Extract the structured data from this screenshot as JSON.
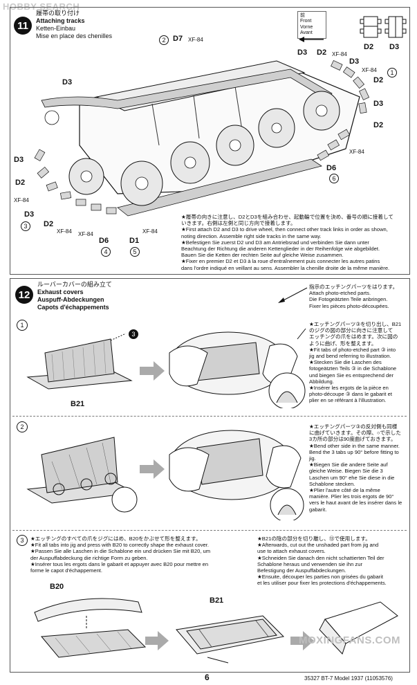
{
  "watermark_top": "HOBBY SEARCH",
  "watermark_bottom": "MOXINGFANS.COM",
  "step11": {
    "number": "11",
    "title_jp": "履帯の取り付け",
    "title_en": "Attaching tracks",
    "title_de": "Ketten-Einbau",
    "title_fr": "Mise en place des chenilles",
    "front_labels": [
      "前",
      "Front",
      "Vorne",
      "Avant"
    ],
    "ref_d2": "D2",
    "ref_d3": "D3",
    "labels": {
      "d7": "D7",
      "xf84": "XF-84",
      "d3": "D3",
      "d2": "D2",
      "d6": "D6",
      "d1": "D1",
      "c1": "1",
      "c2": "2",
      "c3": "3",
      "c4": "4",
      "c5": "5",
      "c6": "6"
    },
    "note": [
      "★履帯の向きに注意し、D2とD3を組み合わせ、起動輪で位置を決め、番号の順に接着して",
      "いきます。右側は左側と同じ方向で接着します。",
      "★First attach D2 and D3 to drive wheel, then connect other track links in order as shown,",
      "noting direction. Assemble right side tracks in the same way.",
      "★Befestigen Sie zuerst D2 und D3 am Antriebsrad und verbinden Sie dann unter",
      "Beachtung der Richtung die anderen Kettenglieder in der Reihenfolge wie abgebildet.",
      "Bauen Sie die Ketten der rechten Seite auf gleiche Weise zusammen.",
      "★Fixer en premier D2 et D3 à la roue d'entraînement puis connecter les autres patins",
      "dans l'ordre indiqué en veillant au sens. Assembler la chenille droite de la même manière."
    ]
  },
  "step12": {
    "number": "12",
    "title_jp": "ルーバーカバーの組み立て",
    "title_en": "Exhaust covers",
    "title_de": "Auspuff-Abdeckungen",
    "title_fr": "Capots d'échappements",
    "intro": [
      "指示のエッチングパーツをはります。",
      "Attach photo-etched parts.",
      "Die Fotogeätzten Teile anbringen.",
      "Fixer les pièces photo-découpées."
    ],
    "sub1": {
      "num": "1",
      "part": "B21",
      "pe": "3",
      "note": [
        "★エッチングパーツ③を切り出し、B21",
        "のジグの図の部分に向きに注意して",
        "エッチングの爪をはめます。次に図の",
        "ように曲げ、形を整えます。",
        "★Fit tabs of photo-etched part ③ into",
        "jig and bend referring to illustration.",
        "★Stecken Sie die Laschen des",
        "fotogeätzten Teils ③ in die Schablone",
        "und biegen Sie es entsprechend der",
        "Abbildung.",
        "★Insérer les ergots de la pièce en",
        "photo-découpe ③ dans le gabarit et",
        "plier en se référant à l'illustration."
      ]
    },
    "sub2": {
      "num": "2",
      "note": [
        "★エッチングパーツ③の反対側も同様",
        "に曲げていきます。その際、○で示した",
        "3カ所の部分は90度曲げておきます。",
        "★Bend other side in the same manner.",
        "Bend the 3 tabs up 90° before fitting to",
        "jig.",
        "★Biegen Sie die andere Seite auf",
        "gleiche Weise. Biegen Sie die 3",
        "Laschen um 90° ehe Sie diese in die",
        "Schablone stecken.",
        "★Plier l'autre côté de la même",
        "manière. Plier les trois ergots de 90°",
        "vers le haut avant de les insérer dans le",
        "gabarit."
      ]
    },
    "sub3": {
      "num": "3",
      "part_b20": "B20",
      "part_b21": "B21",
      "note_left": [
        "★エッチングのすべての爪をジグにはめ、B20をかぶせて形を整えます。",
        "★Fit all tabs into jig and press with B20 to correctly shape the exhaust cover.",
        "★Passen Sie alle Laschen in die Schablone ein und drücken Sie mit B20, um",
        "der Auspuffabdeckung die richtige Form zu geben.",
        "★Insérer tous les ergots dans le gabarit et appuyer avec B20 pour mettre en",
        "forme le capot d'échappement."
      ],
      "note_right": [
        "★B21の陰の部分を切り離し、⑬で使用します。",
        "★Afterwards, cut out the unshaded part from jig and",
        "use to attach exhaust covers.",
        "★Schneiden Sie danach den nicht schattierten Teil der",
        "Schablone heraus und verwenden sie ihn zur",
        "Befestigung der Auspuffabdeckungen.",
        "★Ensuite, découper les parties non grisées du gabarit",
        "et les utiliser pour fixer les protections d'échappements."
      ]
    }
  },
  "footer": {
    "page": "6",
    "code": "35327  BT-7 Model 1937 (11053576)"
  }
}
